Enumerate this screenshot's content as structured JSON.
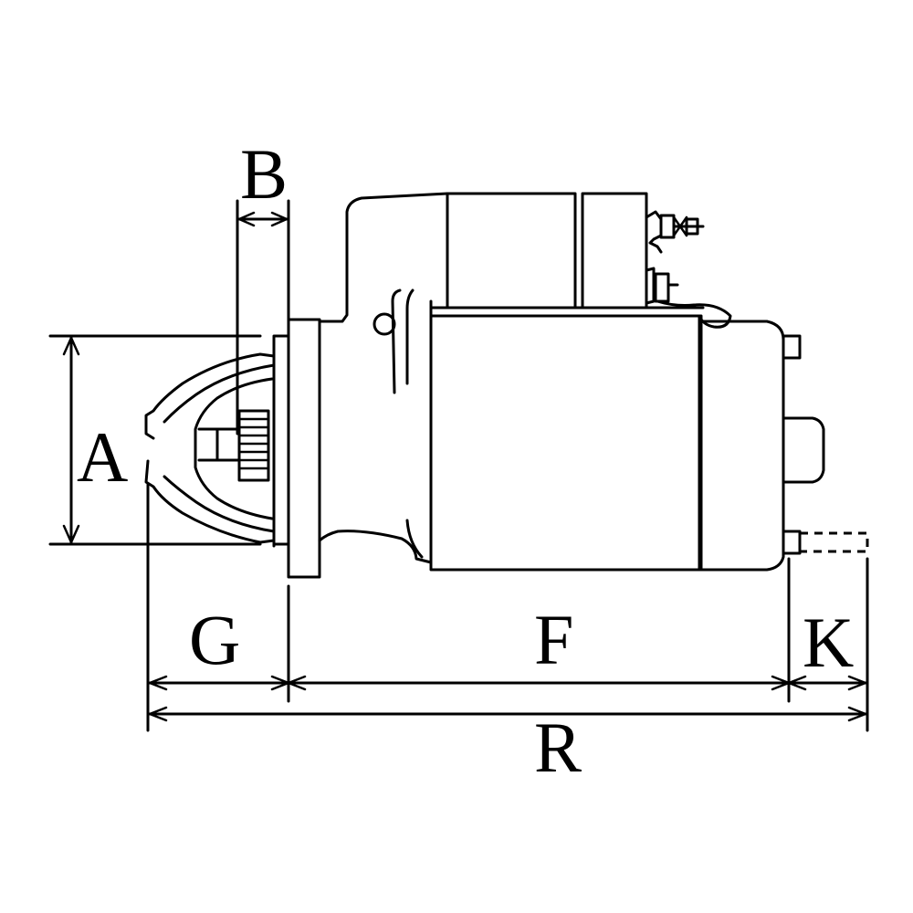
{
  "labels": {
    "a": "A",
    "b": "B",
    "f": "F",
    "g": "G",
    "k": "K",
    "r": "R"
  },
  "colors": {
    "line": "#000000",
    "background": "#ffffff"
  }
}
